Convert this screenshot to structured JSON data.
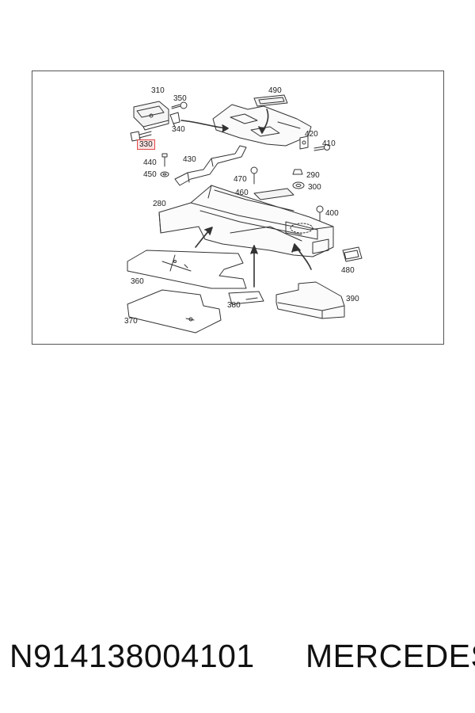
{
  "diagram": {
    "highlight_color": "#e04a4a",
    "callouts": {
      "p310": "310",
      "p350": "350",
      "p490": "490",
      "p340": "340",
      "p330": "330",
      "p420": "420",
      "p410": "410",
      "p440": "440",
      "p430": "430",
      "p450": "450",
      "p470": "470",
      "p290": "290",
      "p300": "300",
      "p460": "460",
      "p280": "280",
      "p400": "400",
      "p480": "480",
      "p360": "360",
      "p390": "390",
      "p380": "380",
      "p370": "370"
    },
    "highlighted_callout": "330"
  },
  "caption": {
    "part_number": "N914138004101",
    "brand": "MERCEDES"
  }
}
